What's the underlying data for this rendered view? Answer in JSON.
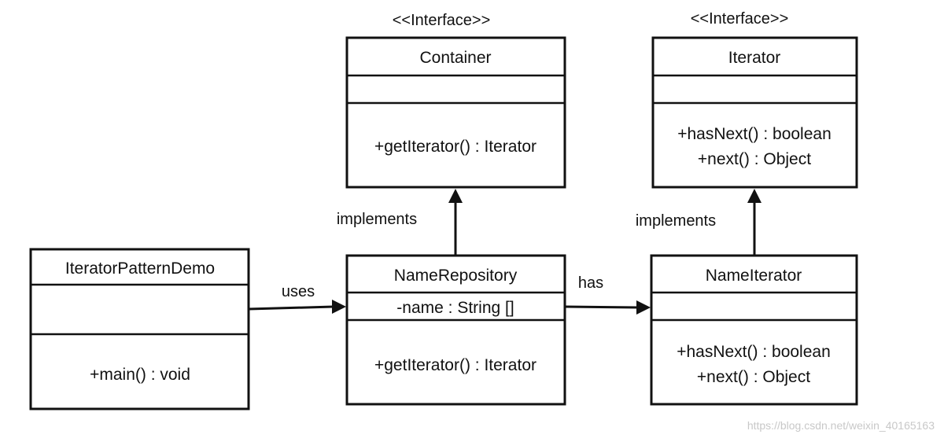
{
  "stereotypes": {
    "container": "<<Interface>>",
    "iterator": "<<Interface>>"
  },
  "classes": {
    "container": {
      "name": "Container",
      "methods": [
        "+getIterator() : Iterator"
      ]
    },
    "iterator": {
      "name": "Iterator",
      "methods": [
        "+hasNext()  : boolean",
        "+next() : Object"
      ]
    },
    "iterator_pattern_demo": {
      "name": "IteratorPatternDemo",
      "methods": [
        "+main()  : void"
      ]
    },
    "name_repository": {
      "name": "NameRepository",
      "attributes": [
        "-name  : String []"
      ],
      "methods": [
        "+getIterator() : Iterator"
      ]
    },
    "name_iterator": {
      "name": "NameIterator",
      "methods": [
        "+hasNext()  : boolean",
        "+next() : Object"
      ]
    }
  },
  "relations": {
    "uses": "uses",
    "has": "has",
    "implements_container": "implements",
    "implements_iterator": "implements"
  },
  "watermark": "https://blog.csdn.net/weixin_40165163"
}
